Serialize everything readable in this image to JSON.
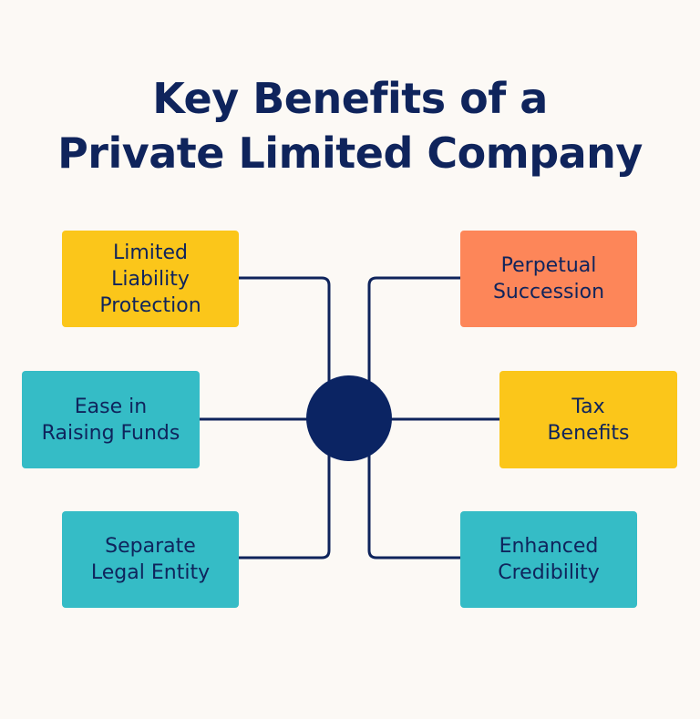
{
  "title": {
    "line1": "Key Benefits of a",
    "line2": "Private Limited Company"
  },
  "colors": {
    "background": "#fcf9f5",
    "navy": "#0f245c",
    "hub": "#0b2463",
    "yellow": "#fbc61a",
    "teal": "#35bcc6",
    "orange": "#fd8659"
  },
  "benefits": {
    "limited_liability": "Limited\nLiability\nProtection",
    "raising_funds": "Ease in\nRaising Funds",
    "legal_entity": "Separate\nLegal Entity",
    "perpetual_succession": "Perpetual\nSuccession",
    "tax_benefits": "Tax\nBenefits",
    "credibility": "Enhanced\nCredibility"
  }
}
